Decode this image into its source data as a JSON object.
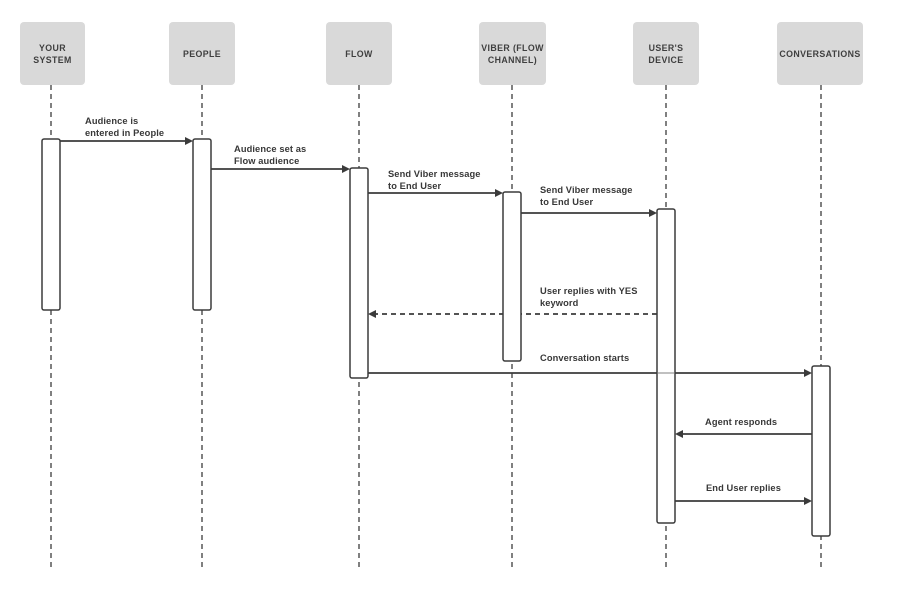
{
  "diagram_type": "sequence-diagram",
  "colors": {
    "background": "#ffffff",
    "actor_box_fill": "#d9d9d9",
    "actor_text": "#3f3f3f",
    "line_stroke": "#3b3b3b",
    "label_text": "#383838",
    "activation_fill": "#ffffff"
  },
  "actors": [
    {
      "id": "your-system",
      "label": "YOUR\nSYSTEM"
    },
    {
      "id": "people",
      "label": "PEOPLE"
    },
    {
      "id": "flow",
      "label": "FLOW"
    },
    {
      "id": "viber",
      "label": "VIBER (FLOW\nCHANNEL)"
    },
    {
      "id": "users-device",
      "label": "USER'S\nDEVICE"
    },
    {
      "id": "conversations",
      "label": "CONVERSATIONS"
    }
  ],
  "messages": [
    {
      "label": "Audience is\nentered in People",
      "from": "YOUR SYSTEM",
      "to": "PEOPLE",
      "style": "solid"
    },
    {
      "label": "Audience set as\nFlow audience",
      "from": "PEOPLE",
      "to": "FLOW",
      "style": "solid"
    },
    {
      "label": "Send Viber message\nto End User",
      "from": "FLOW",
      "to": "VIBER (FLOW CHANNEL)",
      "style": "solid"
    },
    {
      "label": "Send Viber message\nto End User",
      "from": "VIBER (FLOW CHANNEL)",
      "to": "USER'S DEVICE",
      "style": "solid"
    },
    {
      "label": "User replies with YES\nkeyword",
      "from": "USER'S DEVICE",
      "to": "FLOW",
      "style": "dashed"
    },
    {
      "label": "Conversation starts",
      "from": "FLOW",
      "to": "CONVERSATIONS",
      "style": "solid"
    },
    {
      "label": "Agent responds",
      "from": "CONVERSATIONS",
      "to": "USER'S DEVICE",
      "style": "solid"
    },
    {
      "label": "End User replies",
      "from": "USER'S DEVICE",
      "to": "CONVERSATIONS",
      "style": "solid"
    }
  ]
}
